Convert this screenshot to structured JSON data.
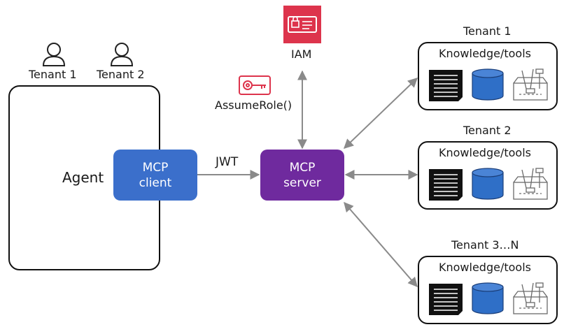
{
  "users": [
    {
      "label": "Tenant 1",
      "icon": "user-icon"
    },
    {
      "label": "Tenant 2",
      "icon": "user-icon"
    }
  ],
  "agent": {
    "label": "Agent"
  },
  "mcp_client": {
    "line1": "MCP",
    "line2": "client"
  },
  "mcp_server": {
    "line1": "MCP",
    "line2": "server"
  },
  "jwt_label": "JWT",
  "iam": {
    "label": "IAM",
    "icon": "iam-lock-icon"
  },
  "assume_role": {
    "label": "AssumeRole()",
    "icon": "key-icon"
  },
  "tenants": [
    {
      "title": "Tenant 1",
      "box_label": "Knowledge/tools"
    },
    {
      "title": "Tenant 2",
      "box_label": "Knowledge/tools"
    },
    {
      "title": "Tenant 3…N",
      "box_label": "Knowledge/tools"
    }
  ],
  "resource_icons": [
    "document-icon",
    "database-icon",
    "toolbox-icon"
  ],
  "colors": {
    "client_blue": "#3b6fcb",
    "server_purple": "#6f2a9e",
    "iam_red": "#dd344c",
    "arrow_gray": "#8a8a8a",
    "db_blue": "#2f6fc7"
  }
}
